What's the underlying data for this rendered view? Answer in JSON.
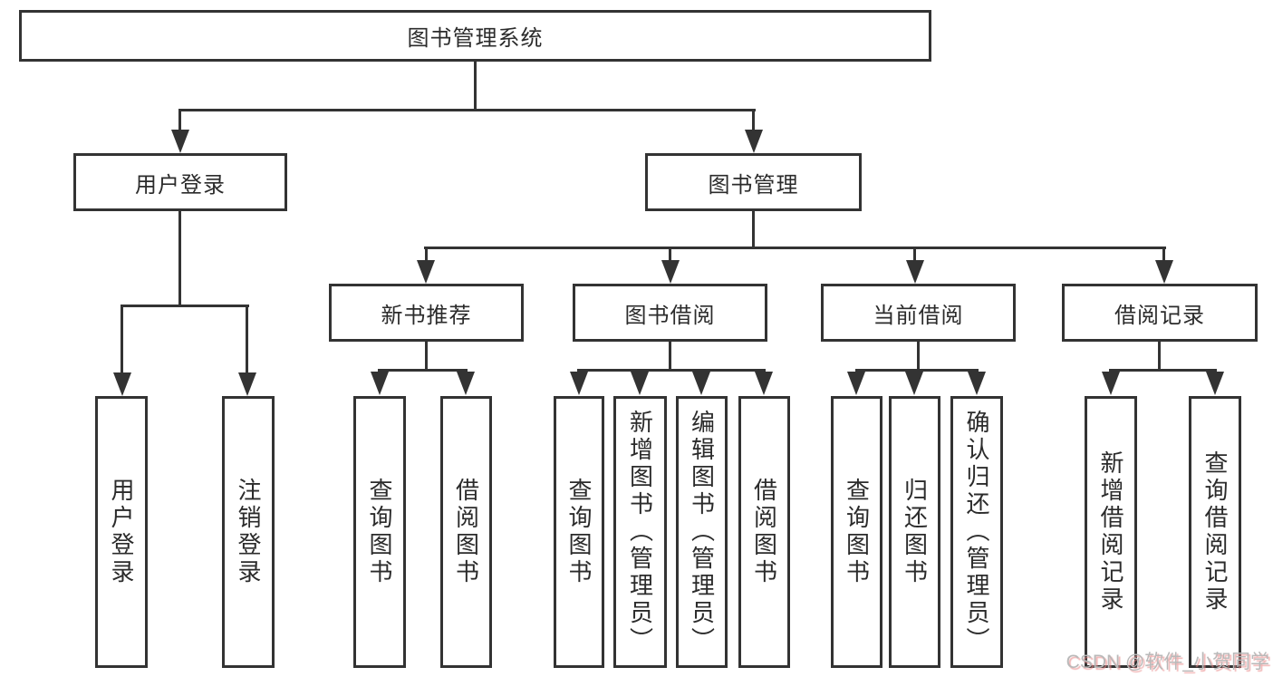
{
  "diagram_title": "图书管理系统",
  "tree": {
    "root": {
      "label": "图书管理系统"
    },
    "branches": [
      {
        "label": "用户登录",
        "children": [
          {
            "label": "用户登录"
          },
          {
            "label": "注销登录"
          }
        ]
      },
      {
        "label": "图书管理",
        "children": [
          {
            "label": "新书推荐",
            "children": [
              {
                "label": "查询图书"
              },
              {
                "label": "借阅图书"
              }
            ]
          },
          {
            "label": "图书借阅",
            "children": [
              {
                "label": "查询图书"
              },
              {
                "label": "新增图书（管理员）"
              },
              {
                "label": "编辑图书（管理员）"
              },
              {
                "label": "借阅图书"
              }
            ]
          },
          {
            "label": "当前借阅",
            "children": [
              {
                "label": "查询图书"
              },
              {
                "label": "归还图书"
              },
              {
                "label": "确认归还（管理员）"
              }
            ]
          },
          {
            "label": "借阅记录",
            "children": [
              {
                "label": "新增借阅记录"
              },
              {
                "label": "查询借阅记录"
              }
            ]
          }
        ]
      }
    ]
  },
  "watermark": "CSDN @软件_小贺同学",
  "colors": {
    "line": "#333333",
    "box_fill": "#ffffff",
    "text": "#2b2b2b",
    "watermark_text": "#b9b9b9",
    "watermark_shadow": "#e98b8b"
  }
}
